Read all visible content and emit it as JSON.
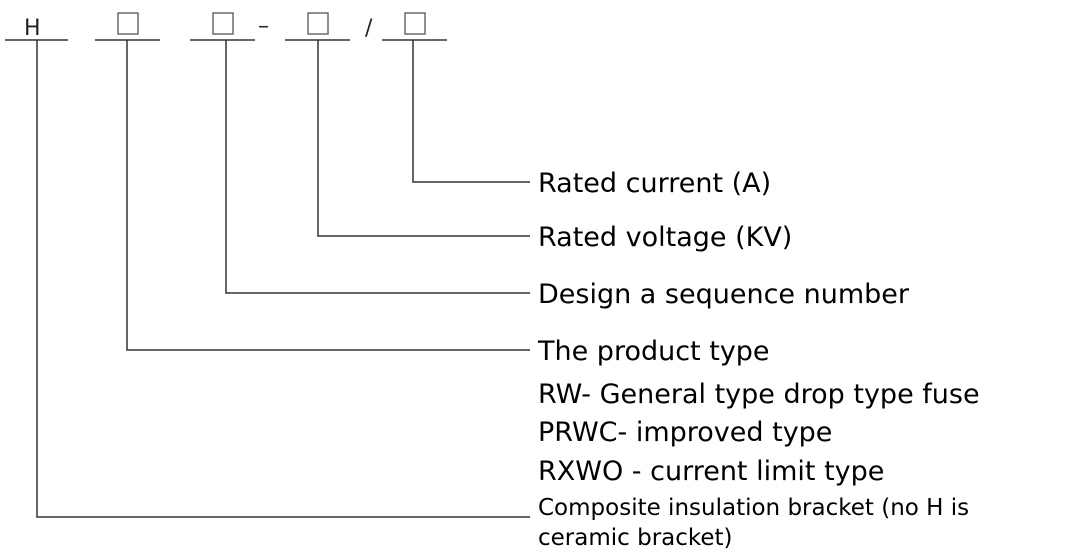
{
  "code": {
    "prefix": "H",
    "dash": "–",
    "slash": "/"
  },
  "labels": {
    "rated_current": "Rated current (A)",
    "rated_voltage": "Rated voltage (KV)",
    "design_sequence": "Design a sequence number",
    "product_type": "The product type",
    "rw": "RW- General type drop type fuse",
    "prwc": "PRWC- improved type",
    "rxwo": "RXWO - current limit type",
    "composite_line1": "Composite insulation bracket (no H is",
    "composite_line2": "ceramic bracket)"
  },
  "colors": {
    "line": "#333333",
    "text": "#000000"
  }
}
